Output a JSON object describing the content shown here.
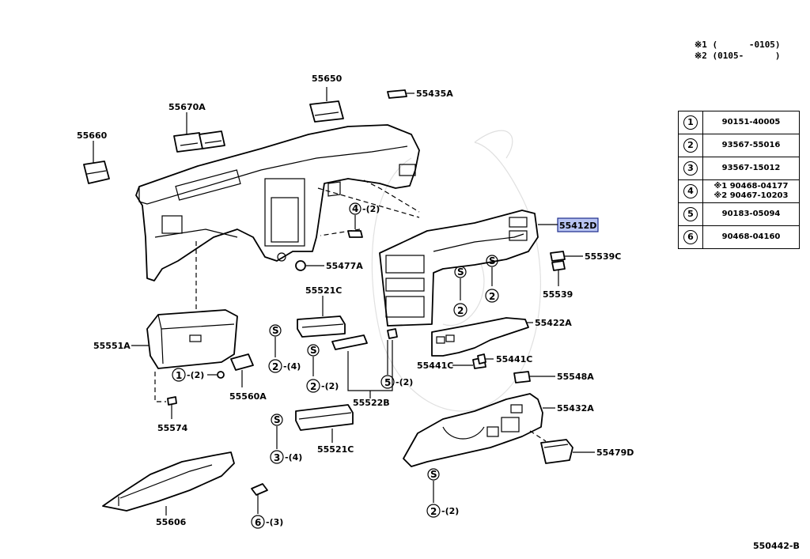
{
  "legend": [
    "※1 (      -0105)",
    "※2 (0105-      )"
  ],
  "figure_number": "550442-B",
  "parts": {
    "p55650": "55650",
    "p55435A": "55435A",
    "p55670A": "55670A",
    "p55660": "55660",
    "p55412D": "55412D",
    "p55539C": "55539C",
    "p55539": "55539",
    "p55477A": "55477A",
    "p55521C_top": "55521C",
    "p55422A": "55422A",
    "p55441C_r": "55441C",
    "p55441C_l": "55441C",
    "p55551A": "55551A",
    "p55560A": "55560A",
    "p55548A": "55548A",
    "p55432A": "55432A",
    "p55522B": "55522B",
    "p55574": "55574",
    "p55521C_bot": "55521C",
    "p55479D": "55479D",
    "p55606": "55606"
  },
  "callouts": {
    "c4_top": {
      "num": "4",
      "qty": "-(2)"
    },
    "c1_glove": {
      "num": "1",
      "qty": "-(2)"
    },
    "c2_left": {
      "num": "2",
      "qty": "-(4)"
    },
    "c2_mid": {
      "num": "2",
      "qty": "-(2)"
    },
    "c5": {
      "num": "5",
      "qty": "-(2)"
    },
    "c3": {
      "num": "3",
      "qty": "-(4)"
    },
    "c6": {
      "num": "6",
      "qty": "-(3)"
    },
    "c2_lower": {
      "num": "2",
      "qty": "-(2)"
    },
    "c2_cluster_a": {
      "num": "2",
      "qty": ""
    },
    "c2_cluster_b": {
      "num": "2",
      "qty": ""
    }
  },
  "s_mark": "S",
  "table": [
    {
      "num": "1",
      "codes": [
        "90151-40005"
      ]
    },
    {
      "num": "2",
      "codes": [
        "93567-55016"
      ]
    },
    {
      "num": "3",
      "codes": [
        "93567-15012"
      ]
    },
    {
      "num": "4",
      "codes": [
        "※1  90468-04177",
        "※2  90467-10203"
      ]
    },
    {
      "num": "5",
      "codes": [
        "90183-05094"
      ]
    },
    {
      "num": "6",
      "codes": [
        "90468-04160"
      ]
    }
  ],
  "colors": {
    "highlight_fill": "#b8c4f2",
    "highlight_stroke": "#1c2c8c",
    "ink": "#000000"
  }
}
